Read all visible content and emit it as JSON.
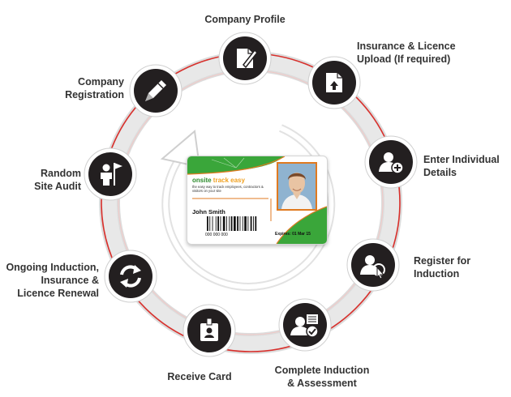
{
  "steps": [
    {
      "id": "company-profile",
      "lines": [
        "Company Profile"
      ],
      "icon": "document-pen-icon"
    },
    {
      "id": "insurance-upload",
      "lines": [
        "Insurance & Licence",
        "Upload (If required)"
      ],
      "icon": "document-upload-icon"
    },
    {
      "id": "enter-details",
      "lines": [
        "Enter Individual",
        "Details"
      ],
      "icon": "user-add-icon"
    },
    {
      "id": "register-induction",
      "lines": [
        "Register for",
        "Induction"
      ],
      "icon": "user-click-icon"
    },
    {
      "id": "complete-induction",
      "lines": [
        "Complete Induction",
        "& Assessment"
      ],
      "icon": "user-checklist-icon"
    },
    {
      "id": "receive-card",
      "lines": [
        "Receive Card"
      ],
      "icon": "id-badge-icon"
    },
    {
      "id": "ongoing-induction",
      "lines": [
        "Ongoing Induction,",
        "Insurance &",
        "Licence Renewal"
      ],
      "icon": "refresh-icon"
    },
    {
      "id": "random-audit",
      "lines": [
        "Random",
        "Site Audit"
      ],
      "icon": "person-flag-icon"
    },
    {
      "id": "company-registration",
      "lines": [
        "Company",
        "Registration"
      ],
      "icon": "pen-icon"
    }
  ],
  "card": {
    "brand_part1": "onsite",
    "brand_part2": "track easy",
    "tagline": "the easy way to track employees, contractors & visitors on your site",
    "holder_name": "John Smith",
    "card_number": "000 000 000",
    "expiry": "Expires: 01 Mar 15"
  },
  "colors": {
    "ring_red": "#d9302c",
    "arrow_grey": "#dcdcdc",
    "badge_dark": "#231f20",
    "card_green": "#3aa63a",
    "card_orange": "#e07a20"
  }
}
